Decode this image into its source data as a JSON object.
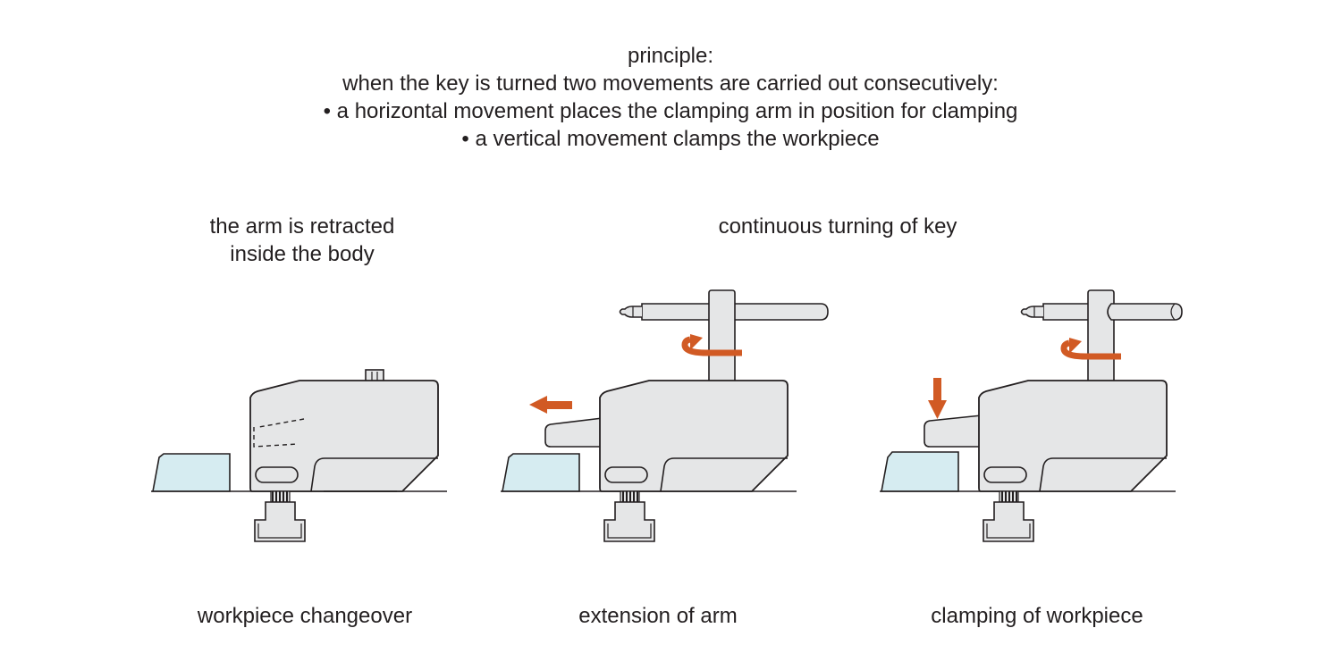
{
  "principle": {
    "heading": "principle:",
    "line1": "when the key is turned two movements are carried out consecutively:",
    "bullet1": "• a horizontal movement places the clamping arm in position for clamping",
    "bullet2": "• a vertical movement clamps the workpiece"
  },
  "captions": {
    "retracted_line1": "the arm is retracted",
    "retracted_line2": "inside the body",
    "turning": "continuous turning of key"
  },
  "steps": [
    {
      "label": "workpiece changeover"
    },
    {
      "label": "extension of arm"
    },
    {
      "label": "clamping of workpiece"
    }
  ],
  "colors": {
    "body": "#e5e6e7",
    "outline": "#231f20",
    "workpiece": "#d6ecf1",
    "arrow": "#d15a24"
  },
  "icons": [
    "rotate-arrow-icon",
    "left-arrow-icon",
    "down-arrow-icon"
  ]
}
